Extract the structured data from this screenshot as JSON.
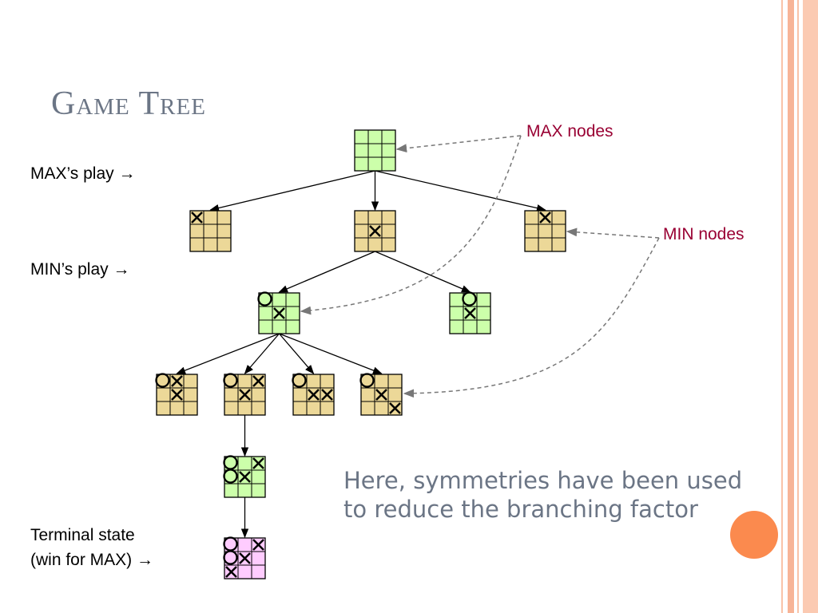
{
  "title": "Game Tree",
  "labels": {
    "max_play": "MAX’s play →",
    "min_play": "MIN’s play →",
    "terminal_line1": "Terminal state",
    "terminal_line2": "(win for MAX) →"
  },
  "callouts": {
    "max_nodes": "MAX nodes",
    "min_nodes": "MIN nodes"
  },
  "note": {
    "line1": "Here, symmetries have been used",
    "line2": "to reduce the branching factor"
  },
  "colors": {
    "max_fill": "#ccffaa",
    "min_fill": "#ecd898",
    "terminal_fill": "#ffccff",
    "callout_text": "#990033",
    "title_text": "#6b7585",
    "accent": "#fb8a4e"
  },
  "boards": [
    {
      "id": "root",
      "type": "max",
      "cells": [
        "",
        "",
        "",
        "",
        "",
        "",
        "",
        "",
        ""
      ]
    },
    {
      "id": "min-corner",
      "type": "min",
      "cells": [
        "X",
        "",
        "",
        "",
        "",
        "",
        "",
        "",
        ""
      ]
    },
    {
      "id": "min-center",
      "type": "min",
      "cells": [
        "",
        "",
        "",
        "",
        "X",
        "",
        "",
        "",
        ""
      ]
    },
    {
      "id": "min-edge",
      "type": "min",
      "cells": [
        "",
        "X",
        "",
        "",
        "",
        "",
        "",
        "",
        ""
      ]
    },
    {
      "id": "max-center-a",
      "type": "max",
      "cells": [
        "O",
        "",
        "",
        "",
        "X",
        "",
        "",
        "",
        ""
      ]
    },
    {
      "id": "max-center-b",
      "type": "max",
      "cells": [
        "",
        "O",
        "",
        "",
        "X",
        "",
        "",
        "",
        ""
      ]
    },
    {
      "id": "min-leaf-1",
      "type": "min",
      "cells": [
        "O",
        "X",
        "",
        "",
        "X",
        "",
        "",
        "",
        ""
      ]
    },
    {
      "id": "min-leaf-2",
      "type": "min",
      "cells": [
        "O",
        "",
        "X",
        "",
        "X",
        "",
        "",
        "",
        ""
      ]
    },
    {
      "id": "min-leaf-3",
      "type": "min",
      "cells": [
        "O",
        "",
        "",
        "",
        "X",
        "X",
        "",
        "",
        ""
      ]
    },
    {
      "id": "min-leaf-4",
      "type": "min",
      "cells": [
        "O",
        "",
        "",
        "",
        "X",
        "",
        "",
        "",
        "X"
      ]
    },
    {
      "id": "max-deep",
      "type": "max",
      "cells": [
        "O",
        "",
        "X",
        "O",
        "X",
        "",
        "",
        "",
        ""
      ]
    },
    {
      "id": "terminal",
      "type": "terminal",
      "cells": [
        "O",
        "",
        "X",
        "O",
        "X",
        "",
        "X",
        "",
        ""
      ]
    }
  ],
  "edges": [
    [
      "root",
      "min-corner"
    ],
    [
      "root",
      "min-center"
    ],
    [
      "root",
      "min-edge"
    ],
    [
      "min-center",
      "max-center-a"
    ],
    [
      "min-center",
      "max-center-b"
    ],
    [
      "max-center-a",
      "min-leaf-1"
    ],
    [
      "max-center-a",
      "min-leaf-2"
    ],
    [
      "max-center-a",
      "min-leaf-3"
    ],
    [
      "max-center-a",
      "min-leaf-4"
    ],
    [
      "min-leaf-2",
      "max-deep"
    ],
    [
      "max-deep",
      "terminal"
    ]
  ]
}
